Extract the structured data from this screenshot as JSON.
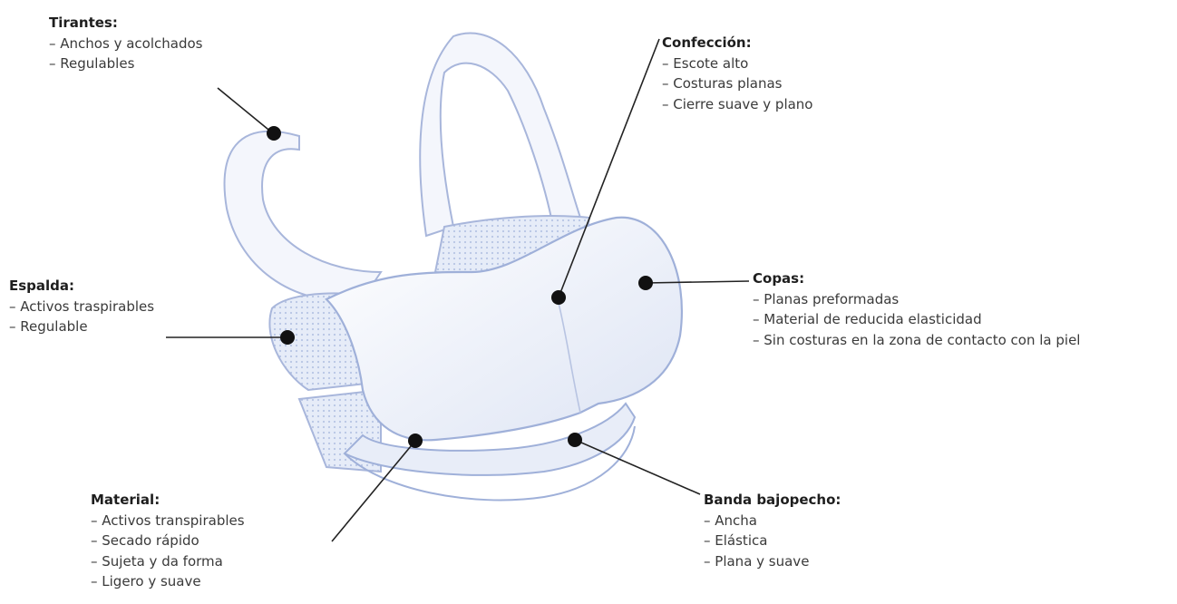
{
  "labels": {
    "tirantes": {
      "title": "Tirantes:",
      "items": [
        "Anchos y acolchados",
        "Regulables"
      ]
    },
    "confeccion": {
      "title": "Confección:",
      "items": [
        "Escote alto",
        "Costuras planas",
        "Cierre suave y plano"
      ]
    },
    "espalda": {
      "title": "Espalda:",
      "items": [
        "Activos traspirables",
        "Regulable"
      ]
    },
    "copas": {
      "title": "Copas:",
      "items": [
        "Planas preformadas",
        "Material de reducida elasticidad",
        "Sin costuras en la zona de contacto con la piel"
      ]
    },
    "material": {
      "title": "Material:",
      "items": [
        "Activos transpirables",
        "Secado rápido",
        "Sujeta y da forma",
        "Ligero y suave"
      ]
    },
    "banda": {
      "title": "Banda bajopecho:",
      "items": [
        "Ancha",
        "Elástica",
        "Plana y suave"
      ]
    }
  },
  "colors": {
    "garment_fill": "#eef1fb",
    "garment_edge": "#9fb0d9",
    "mesh": "#dfe6f5",
    "leader": "#222222",
    "text": "#2b2b2b"
  }
}
